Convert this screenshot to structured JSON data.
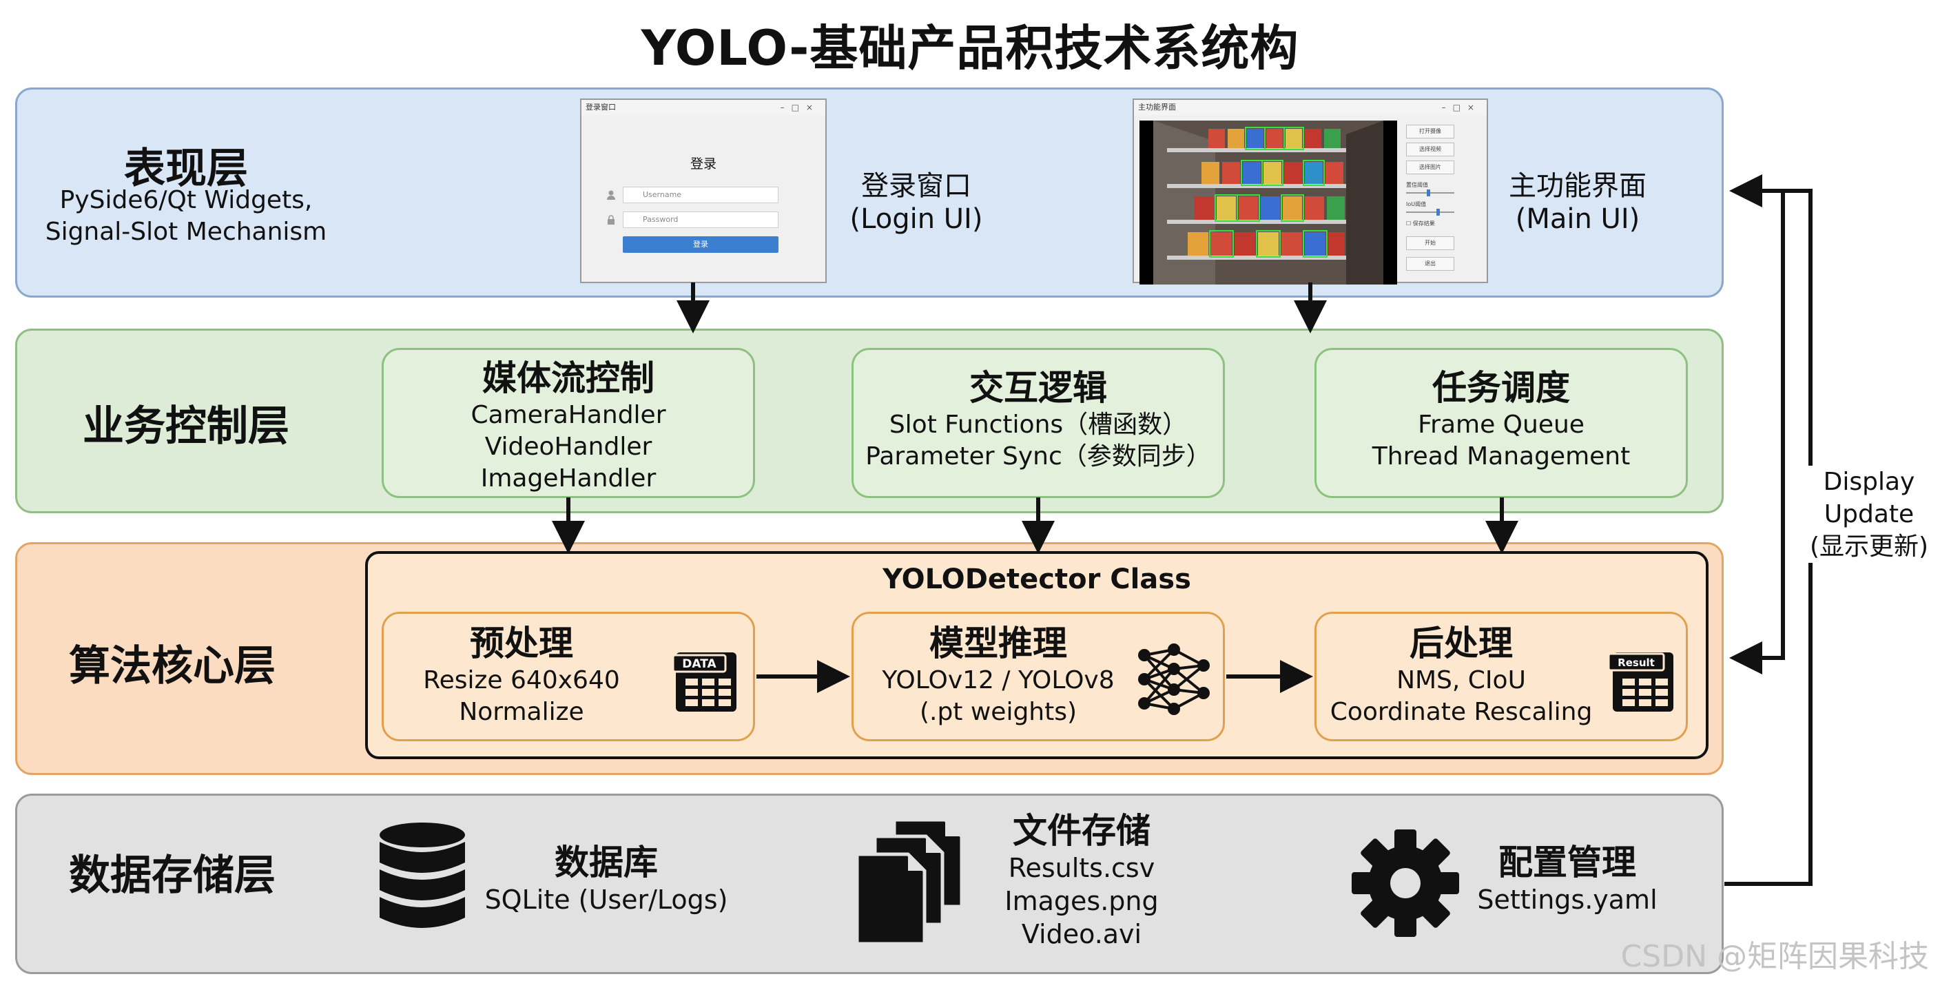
{
  "title": "YOLO-基础产品积技术系统构",
  "presentation": {
    "name": "表现层",
    "desc": [
      "PySide6/Qt Widgets,",
      "Signal-Slot Mechanism"
    ],
    "login_window": {
      "window_title": "登录窗口",
      "heading": "登录",
      "username_placeholder": "Username",
      "password_placeholder": "Password",
      "button": "登录",
      "caption": [
        "登录窗口",
        "(Login UI)"
      ]
    },
    "main_window": {
      "window_title": "主功能界面",
      "buttons": [
        "打开摄像",
        "选择视频",
        "选择图片",
        "开始",
        "退出"
      ],
      "labels": [
        "置信阈值",
        "IoU阈值",
        "保存结果"
      ],
      "caption": [
        "主功能界面",
        "(Main UI)"
      ]
    }
  },
  "business": {
    "name": "业务控制层",
    "modules": [
      {
        "title": "媒体流控制",
        "lines": [
          "CameraHandler",
          "VideoHandler",
          "ImageHandler"
        ]
      },
      {
        "title": "交互逻辑",
        "lines": [
          "Slot Functions（槽函数）",
          "Parameter Sync（参数同步）"
        ]
      },
      {
        "title": "任务调度",
        "lines": [
          "Frame Queue",
          "Thread Management"
        ]
      }
    ]
  },
  "algorithm": {
    "name": "算法核心层",
    "detector_title": "YOLODetector Class",
    "steps": [
      {
        "title": "预处理",
        "lines": [
          "Resize 640x640",
          "Normalize"
        ],
        "icon": "data-table-icon",
        "icon_label": "DATA"
      },
      {
        "title": "模型推理",
        "lines": [
          "YOLOv12 / YOLOv8",
          "(.pt weights)"
        ],
        "icon": "neural-network-icon"
      },
      {
        "title": "后处理",
        "lines": [
          "NMS, CIoU",
          "Coordinate Rescaling"
        ],
        "icon": "result-table-icon",
        "icon_label": "Result"
      }
    ]
  },
  "data": {
    "name": "数据存储层",
    "items": [
      {
        "title": "数据库",
        "lines": [
          "SQLite (User/Logs)"
        ],
        "icon": "database-icon"
      },
      {
        "title": "文件存储",
        "lines": [
          "Results.csv",
          "Images.png",
          "Video.avi"
        ],
        "icon": "documents-icon"
      },
      {
        "title": "配置管理",
        "lines": [
          "Settings.yaml"
        ],
        "icon": "gear-icon"
      }
    ]
  },
  "feedback": {
    "label": [
      "Display",
      "Update",
      "(显示更新)"
    ]
  },
  "watermark": "CSDN @矩阵因果科技",
  "colors": {
    "presentation": "#d9e6f6",
    "business": "#dcecd6",
    "algorithm": "#fbdcc0",
    "data": "#e1e1e1"
  }
}
